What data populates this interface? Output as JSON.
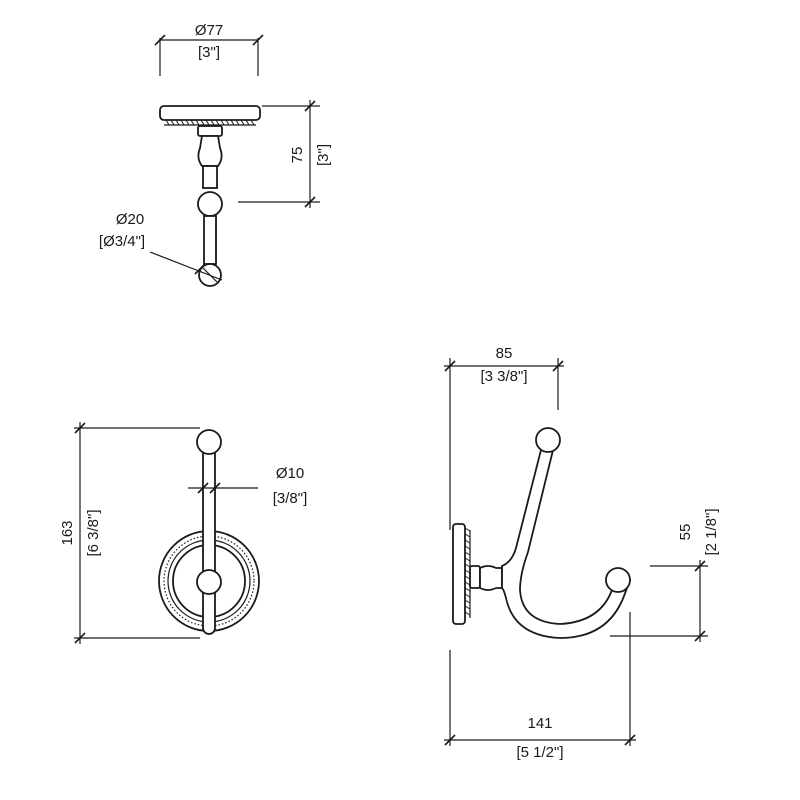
{
  "top_view": {
    "plate_diameter": "Ø77",
    "plate_diameter_in": "[3\"]",
    "projection": "75",
    "projection_in": "[3\"]",
    "ball_diameter": "Ø20",
    "ball_diameter_in": "[Ø3/4\"]"
  },
  "front_view": {
    "height": "163",
    "height_in": "[6 3/8\"]",
    "rod_diameter": "Ø10",
    "rod_diameter_in": "[3/8\"]"
  },
  "side_view": {
    "width": "85",
    "width_in": "[3 3/8\"]",
    "lower_hook_height": "55",
    "lower_hook_height_in": "[2 1/8\"]",
    "depth": "141",
    "depth_in": "[5 1/2\"]"
  }
}
